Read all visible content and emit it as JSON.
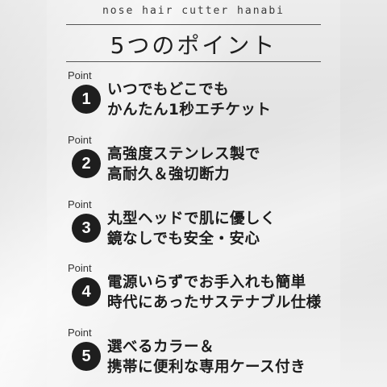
{
  "header": {
    "brand": "nose hair cutter hanabi",
    "title": "5つのポイント"
  },
  "points": [
    {
      "label": "Point",
      "number": "1",
      "line1": "いつでもどこでも",
      "line2": "かんたん1秒エチケット"
    },
    {
      "label": "Point",
      "number": "2",
      "line1": "高強度ステンレス製で",
      "line2": "高耐久＆強切断力"
    },
    {
      "label": "Point",
      "number": "3",
      "line1": "丸型ヘッドで肌に優しく",
      "line2": "鏡なしでも安全・安心"
    },
    {
      "label": "Point",
      "number": "4",
      "line1": "電源いらずでお手入れも簡単",
      "line2": "時代にあったサステナブル仕様"
    },
    {
      "label": "Point",
      "number": "5",
      "line1": "選べるカラー＆",
      "line2": "携帯に便利な専用ケース付き"
    }
  ]
}
